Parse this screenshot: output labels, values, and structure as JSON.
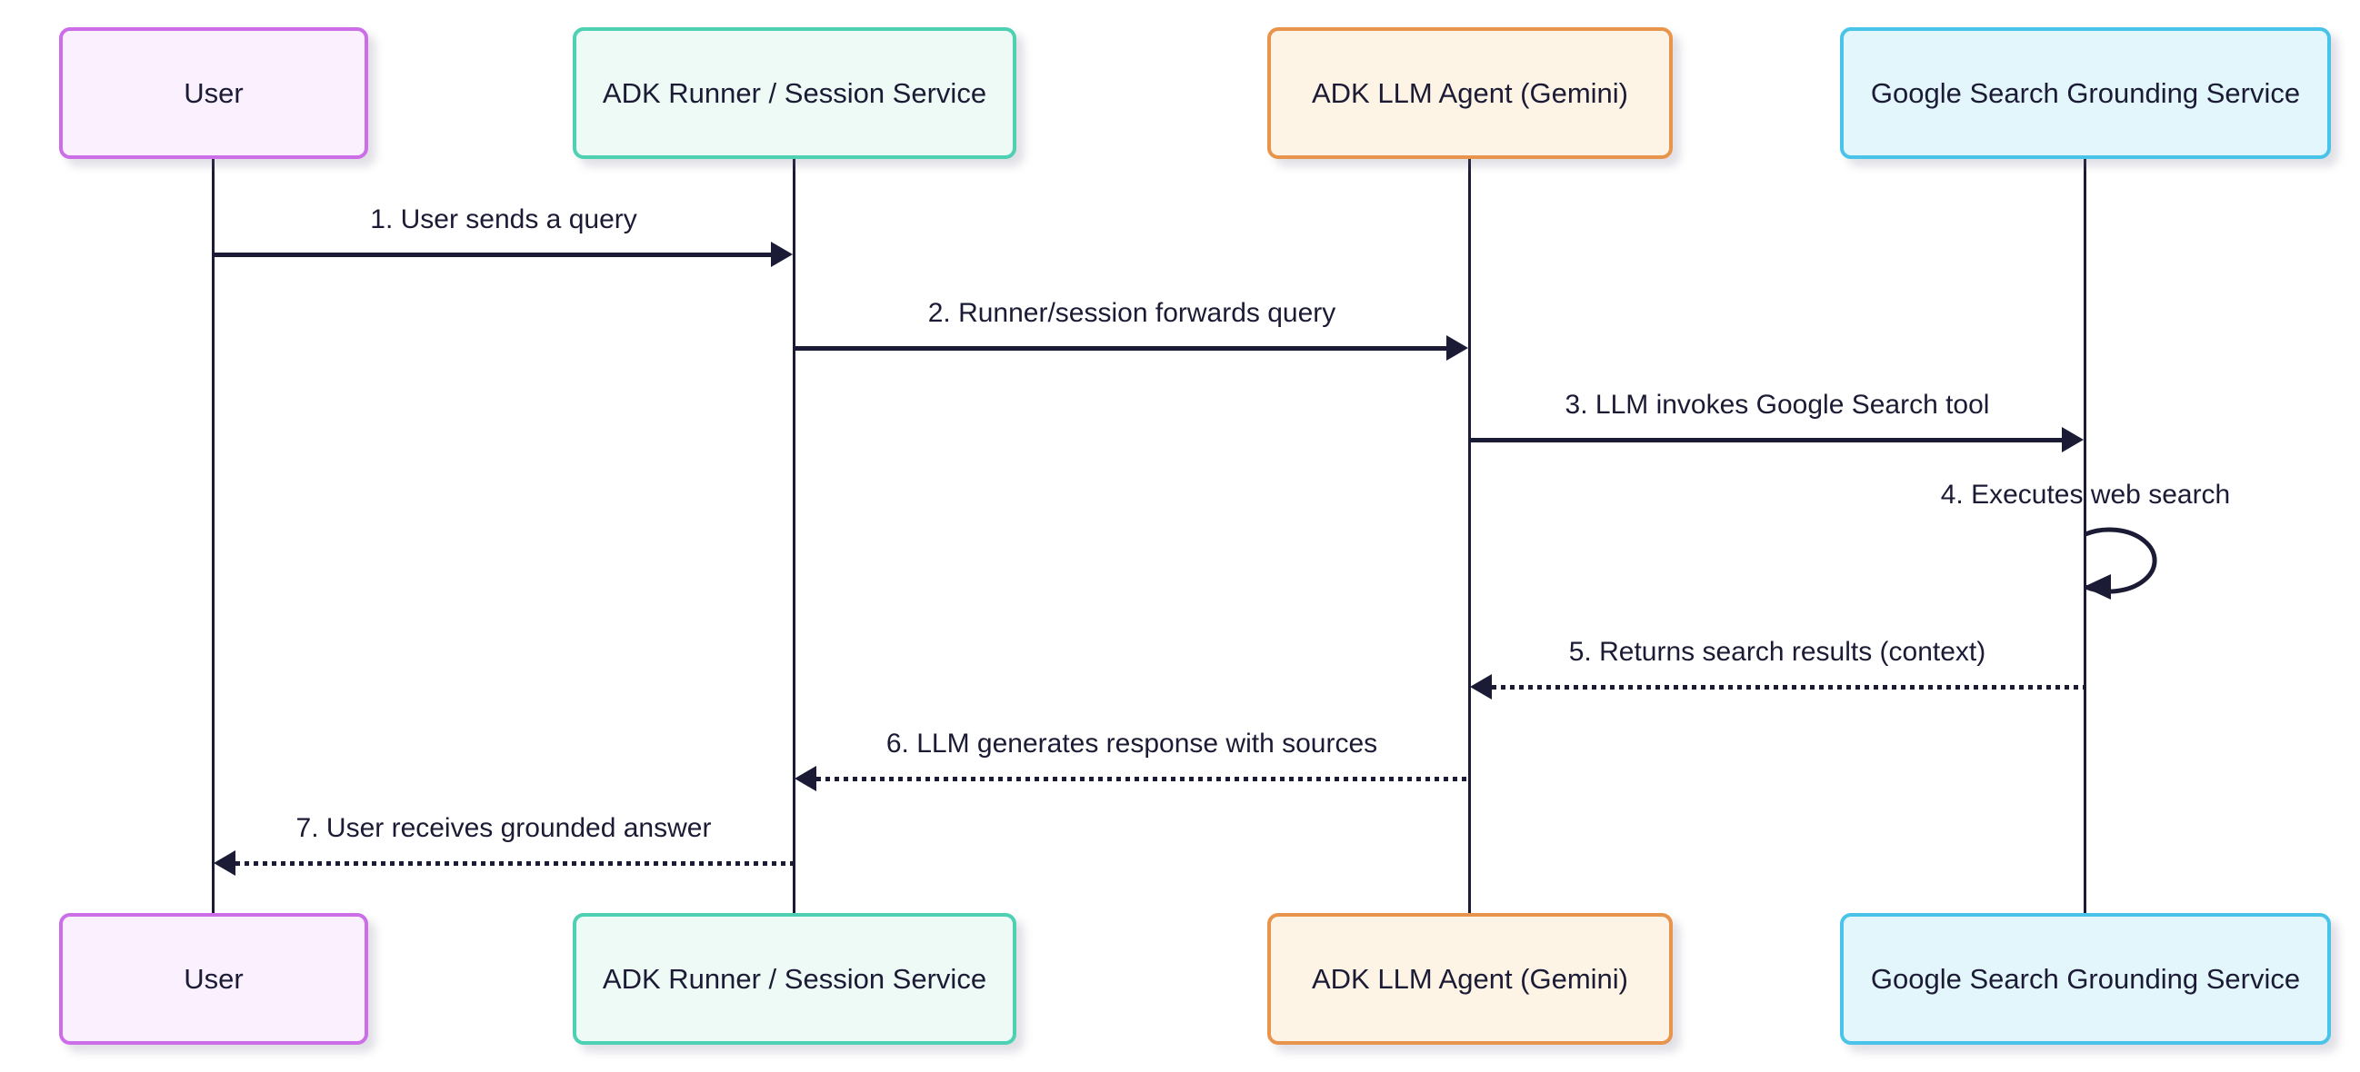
{
  "diagram": {
    "type": "sequence",
    "background_color": "#ffffff",
    "line_color": "#1b1b35",
    "text_color": "#1b1b35"
  },
  "actors": [
    {
      "id": "user",
      "name": "User",
      "fill": "#faf0fe",
      "border": "#cb6ee8"
    },
    {
      "id": "runner",
      "name": "ADK Runner / Session Service",
      "fill": "#edfaf5",
      "border": "#4ed0b3"
    },
    {
      "id": "agent",
      "name": "ADK LLM Agent (Gemini)",
      "fill": "#fdf4e5",
      "border": "#e9944c"
    },
    {
      "id": "google",
      "name": "Google Search Grounding Service",
      "fill": "#e3f6fc",
      "border": "#49c4e8"
    }
  ],
  "messages": [
    {
      "label": "1. User sends a query",
      "from": "User",
      "to": "ADK Runner / Session Service",
      "line": "solid",
      "direction": "right"
    },
    {
      "label": "2. Runner/session forwards query",
      "from": "ADK Runner / Session Service",
      "to": "ADK LLM Agent (Gemini)",
      "line": "solid",
      "direction": "right"
    },
    {
      "label": "3. LLM invokes Google Search tool",
      "from": "ADK LLM Agent (Gemini)",
      "to": "Google Search Grounding Service",
      "line": "solid",
      "direction": "right"
    },
    {
      "label": "4. Executes web search",
      "from": "Google Search Grounding Service",
      "to": "Google Search Grounding Service",
      "line": "solid",
      "direction": "self"
    },
    {
      "label": "5. Returns search results (context)",
      "from": "Google Search Grounding Service",
      "to": "ADK LLM Agent (Gemini)",
      "line": "dotted",
      "direction": "left"
    },
    {
      "label": "6. LLM generates response with sources",
      "from": "ADK LLM Agent (Gemini)",
      "to": "ADK Runner / Session Service",
      "line": "dotted",
      "direction": "left"
    },
    {
      "label": "7. User receives grounded answer",
      "from": "ADK Runner / Session Service",
      "to": "User",
      "line": "dotted",
      "direction": "left"
    }
  ]
}
